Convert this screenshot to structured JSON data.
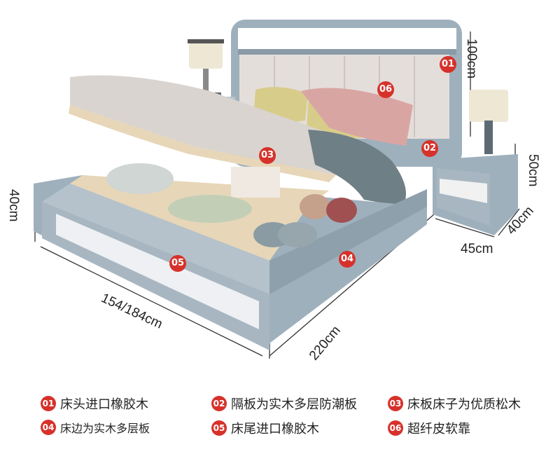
{
  "dimensions": {
    "headboard_height": "100cm",
    "nightstand_height": "50cm",
    "nightstand_depth": "40cm",
    "nightstand_width": "45cm",
    "bed_height": "40cm",
    "bed_width": "154/184cm",
    "bed_length": "220cm"
  },
  "badges": [
    "01",
    "02",
    "03",
    "04",
    "05",
    "06"
  ],
  "legend": [
    {
      "num": "01",
      "text": "床头进口橡胶木"
    },
    {
      "num": "02",
      "text": "隔板为实木多层防潮板"
    },
    {
      "num": "03",
      "text": "床板床子为优质松木"
    },
    {
      "num": "04",
      "text": "床边为实木多层板"
    },
    {
      "num": "05",
      "text": "床尾进口橡胶木"
    },
    {
      "num": "06",
      "text": "超纤皮软靠"
    }
  ],
  "colors": {
    "frame": "#9fb0bd",
    "frame_dark": "#7f909d",
    "headboard_panel": "#e4dedb",
    "pine": "#e7d6b8",
    "bedding": "#d9d4cf",
    "throw": "#6f7f86",
    "pillow_pink": "#d9a5a3",
    "pillow_yellow": "#d8cc8a",
    "badge_red": "#d6322b"
  }
}
